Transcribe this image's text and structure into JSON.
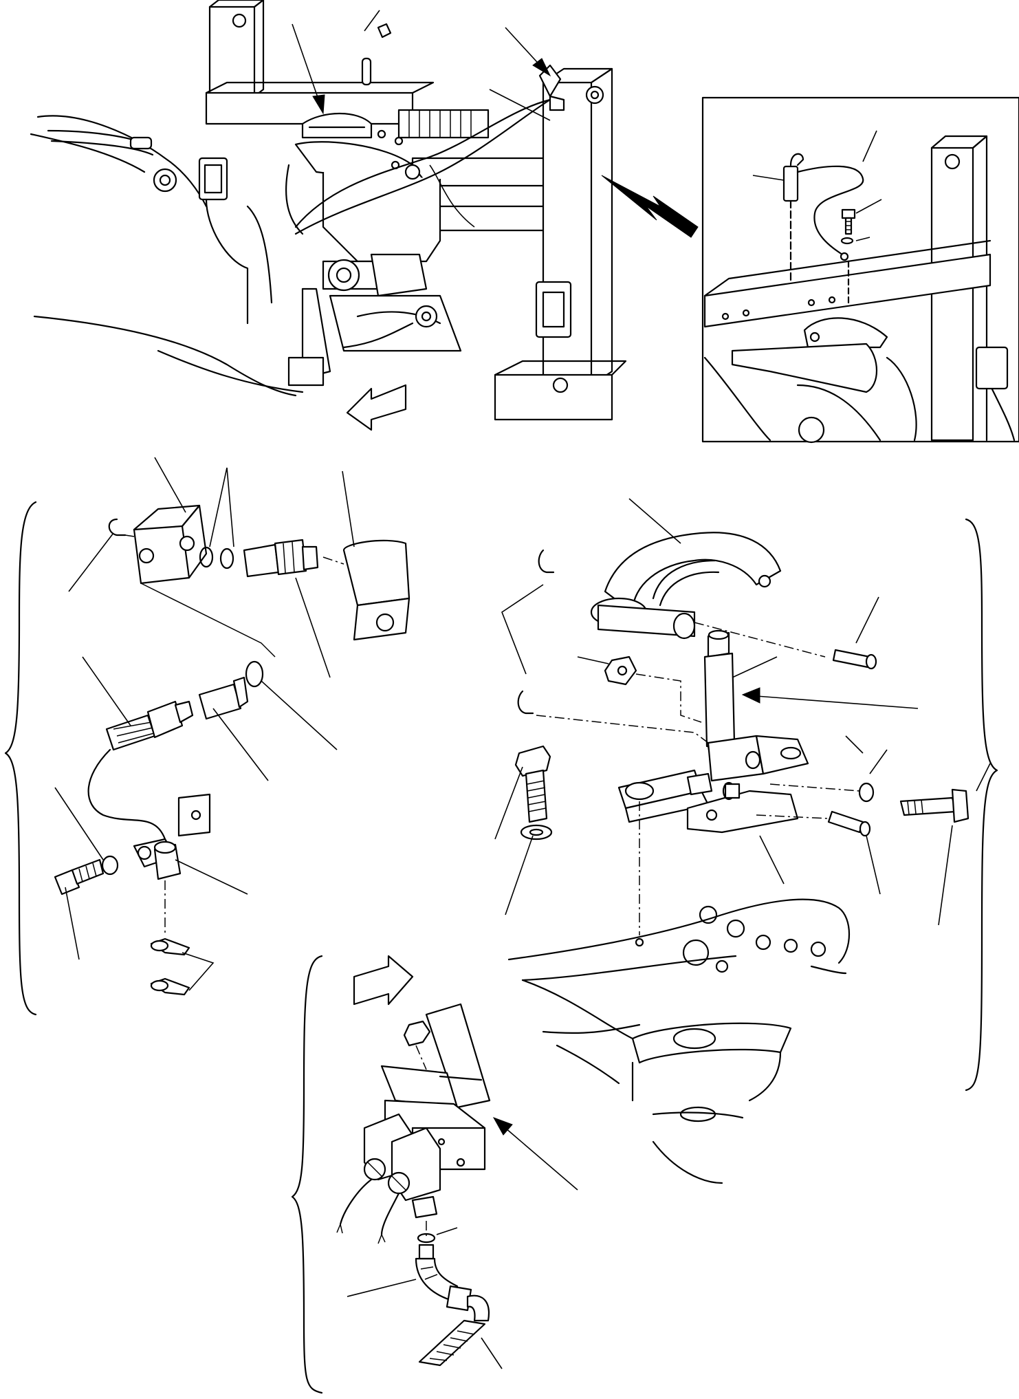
{
  "figure": {
    "colors": {
      "ink": "#000000",
      "paper": "#ffffff"
    },
    "views": [
      "hitch-assembly-overview",
      "lift-linkage-detail-inset",
      "hydraulic-coupling-exploded",
      "lift-bracket-exploded",
      "solenoid-valve-exploded"
    ],
    "icons": [
      "direction-arrow-icon",
      "view-arrow-icon",
      "callout-arrow-icon"
    ]
  }
}
